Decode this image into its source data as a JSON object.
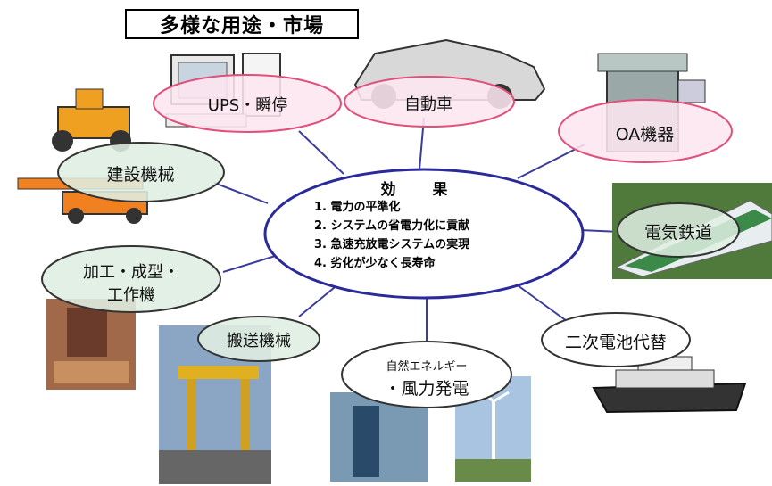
{
  "title": "多様な用途・市場",
  "center": {
    "heading": "効　果",
    "effects": [
      "1.  電力の平準化",
      "2.  システムの省電力化に貢献",
      "3.  急速充放電システムの実現",
      "4.  劣化が少なく長寿命"
    ]
  },
  "applications": {
    "ups": "UPS・瞬停",
    "car": "自動車",
    "oa": "OA機器",
    "construction": "建設機械",
    "railway": "電気鉄道",
    "machining_line1": "加工・成型・",
    "machining_line2": "工作機",
    "transport": "搬送機械",
    "renewable_line1": "自然エネルギー",
    "renewable_line2": "・風力発電",
    "battery": "二次電池代替"
  },
  "colors": {
    "pink_fill": "#fde6ef",
    "pink_stroke": "#e0507a",
    "green_fill": "#dfeee3",
    "connector": "#3c3c9a",
    "center_stroke": "#2a2a9a"
  }
}
